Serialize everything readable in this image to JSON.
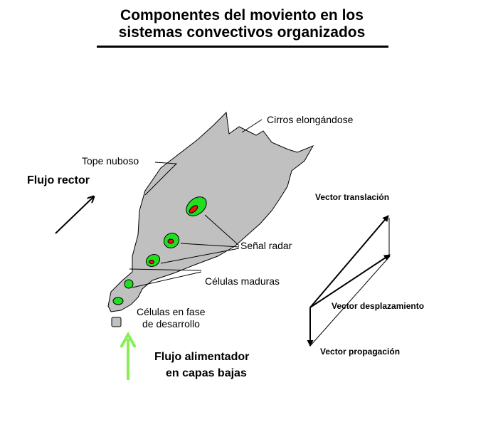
{
  "title": {
    "line1": "Componentes del moviento en los",
    "line2": "sistemas convectivos organizados"
  },
  "labels": {
    "cirros": "Cirros elongándose",
    "tope": "Tope nuboso",
    "flujo_rector": "Flujo rector",
    "senal_radar": "Señal radar",
    "celulas_maduras": "Células maduras",
    "celulas_desarrollo_1": "Células en fase",
    "celulas_desarrollo_2": "de desarrollo",
    "flujo_alimentador_1": "Flujo alimentador",
    "flujo_alimentador_2": "en capas bajas",
    "vector_traslacion": "Vector translación",
    "vector_desplazamiento": "Vector desplazamiento",
    "vector_propagacion": "Vector propagación"
  },
  "colors": {
    "cloud_fill": "#c0c0c0",
    "cell_green": "#22dd22",
    "cell_red": "#ee1111",
    "feeder_arrow": "#88ee55",
    "line": "#000000"
  }
}
